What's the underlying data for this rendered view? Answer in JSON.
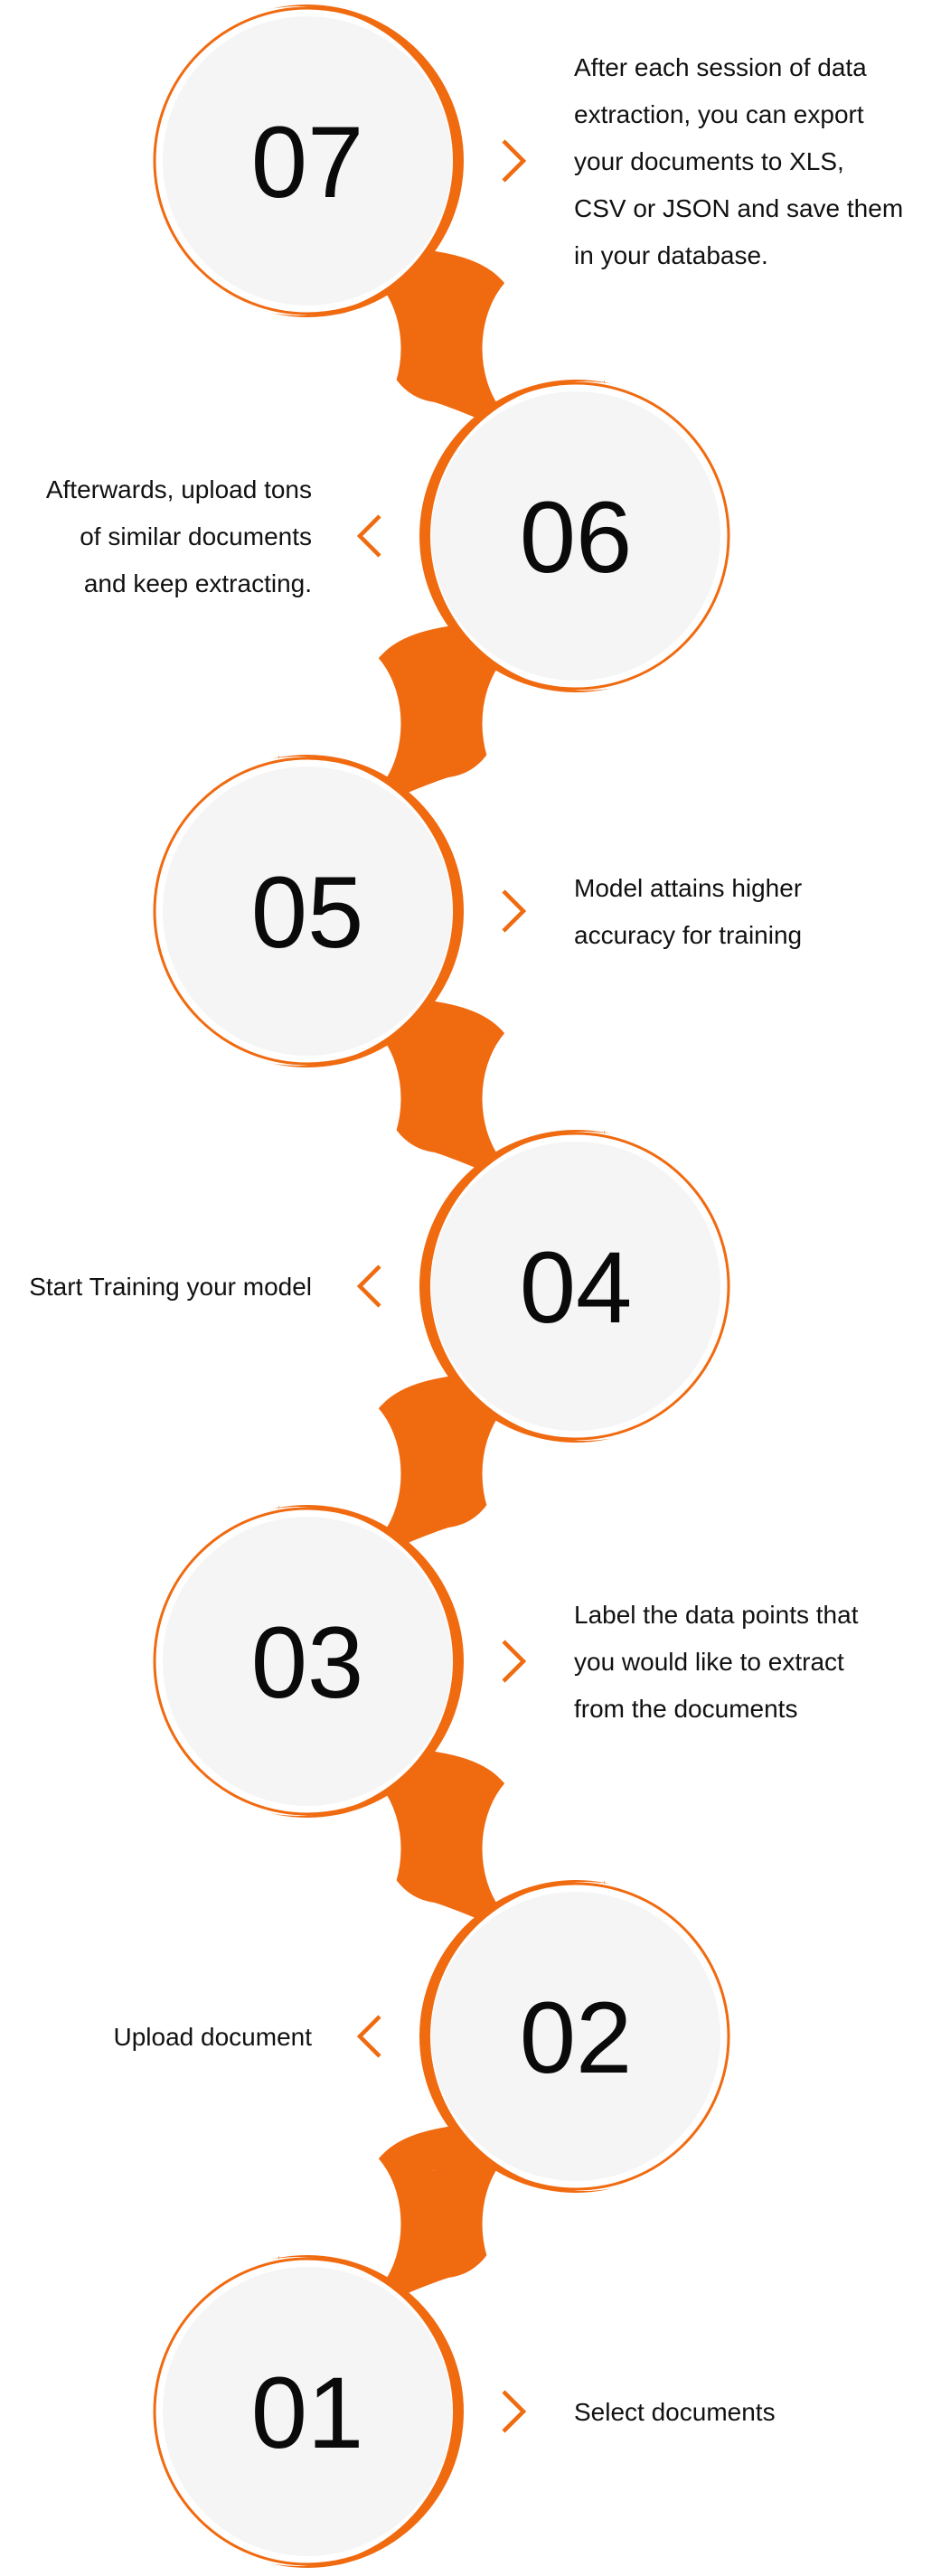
{
  "colors": {
    "accent": "#F06A10",
    "circle_fill": "#F5F5F5",
    "text": "#111111"
  },
  "steps": [
    {
      "number": "07",
      "lines": [
        "After each session of data",
        "extraction, you can export",
        "your documents to XLS,",
        "CSV or JSON and save them",
        "in your database."
      ]
    },
    {
      "number": "06",
      "lines": [
        "Afterwards, upload tons",
        "of similar documents",
        "and keep extracting."
      ]
    },
    {
      "number": "05",
      "lines": [
        "Model attains higher",
        "accuracy for training"
      ]
    },
    {
      "number": "04",
      "lines": [
        "Start Training your model"
      ]
    },
    {
      "number": "03",
      "lines": [
        "Label the data points that",
        "you would like to extract",
        "from the documents"
      ]
    },
    {
      "number": "02",
      "lines": [
        "Upload document"
      ]
    },
    {
      "number": "01",
      "lines": [
        "Select documents"
      ]
    }
  ]
}
